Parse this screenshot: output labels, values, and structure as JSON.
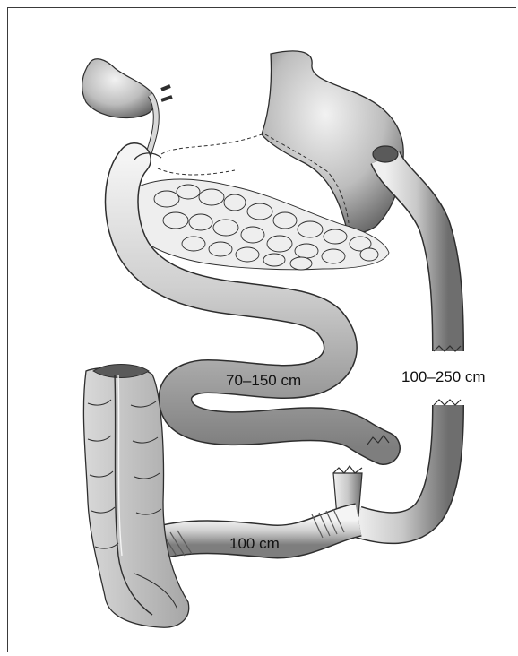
{
  "figure": {
    "labels": {
      "alimentary_limb": "70–150 cm",
      "biliopancreatic_limb": "100–250 cm",
      "common_channel": "100 cm"
    }
  },
  "colors": {
    "organ_light": "#f2f2f2",
    "organ_mid": "#c4c4c4",
    "organ_dark": "#7a7a7a",
    "outline": "#2e2e2e"
  }
}
